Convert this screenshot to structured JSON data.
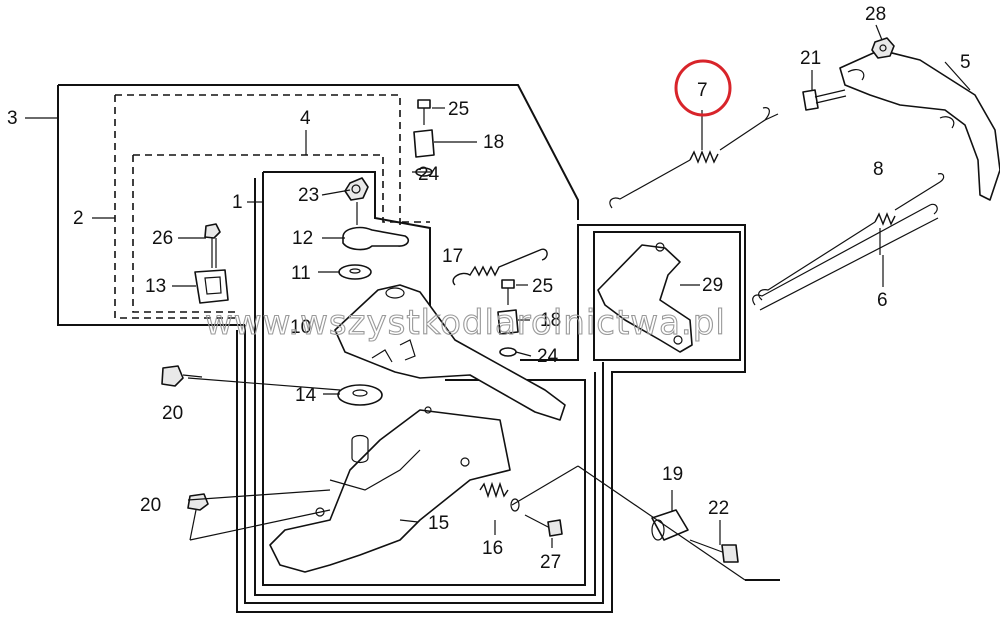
{
  "diagram": {
    "part_numbers": [
      "1",
      "2",
      "3",
      "4",
      "5",
      "6",
      "7",
      "8",
      "10",
      "11",
      "12",
      "13",
      "14",
      "15",
      "16",
      "17",
      "18",
      "19",
      "20",
      "21",
      "22",
      "23",
      "24",
      "25",
      "26",
      "27",
      "28",
      "29"
    ],
    "highlighted_part": "7",
    "highlight_color": "#d8242a",
    "watermark": "www.wszystkodlarolnictwa.pl",
    "labels": {
      "p1": "1",
      "p2": "2",
      "p3": "3",
      "p4": "4",
      "p5": "5",
      "p6": "6",
      "p7": "7",
      "p8": "8",
      "p10": "10",
      "p11": "11",
      "p12": "12",
      "p13": "13",
      "p14": "14",
      "p15": "15",
      "p16": "16",
      "p17": "17",
      "p18a": "18",
      "p18b": "18",
      "p19": "19",
      "p20a": "20",
      "p20b": "20",
      "p21": "21",
      "p22": "22",
      "p23": "23",
      "p24a": "24",
      "p24b": "24",
      "p25a": "25",
      "p25b": "25",
      "p26": "26",
      "p27": "27",
      "p28": "28",
      "p29": "29"
    }
  }
}
